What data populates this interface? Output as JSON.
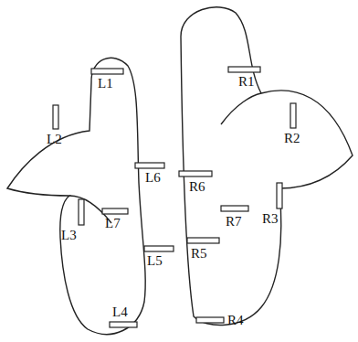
{
  "diagram": {
    "labels": [
      "L1",
      "L2",
      "L3",
      "L4",
      "L5",
      "L6",
      "L7",
      "R1",
      "R2",
      "R3",
      "R4",
      "R5",
      "R6",
      "R7"
    ]
  }
}
